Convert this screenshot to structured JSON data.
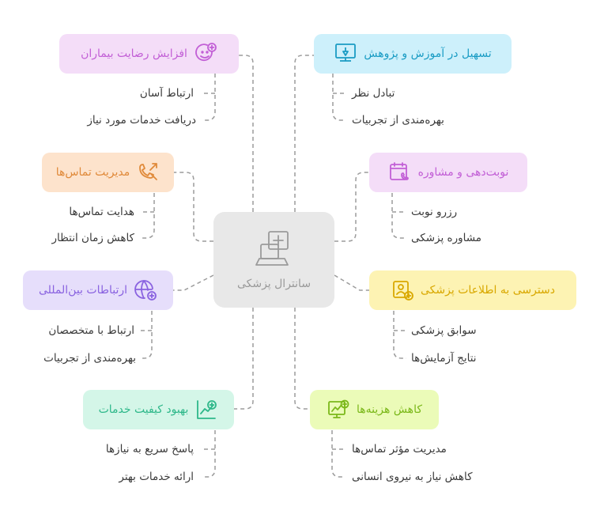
{
  "center": {
    "label": "سانترال پزشکی",
    "icon": "computer-medical-icon"
  },
  "nodes": [
    {
      "label": "افزایش رضایت بیماران",
      "icon": "smile-plus-icon",
      "color": "#c25fd6",
      "bg": "#f4ddf8",
      "leaves": [
        "ارتباط آسان",
        "دریافت خدمات مورد نیاز"
      ]
    },
    {
      "label": "تسهیل در آموزش و پژوهش",
      "icon": "teaching-board-icon",
      "color": "#1a9cc4",
      "bg": "#cdf0fb",
      "leaves": [
        "تبادل نظر",
        "بهره‌مندی از تجربیات"
      ]
    },
    {
      "label": "مدیریت تماس‌ها",
      "icon": "phone-arrows-icon",
      "color": "#e08a3a",
      "bg": "#fde3cc",
      "leaves": [
        "هدایت تماس‌ها",
        "کاهش زمان انتظار"
      ]
    },
    {
      "label": "نوبت‌دهی و مشاوره",
      "icon": "calendar-phone-icon",
      "color": "#c25fd6",
      "bg": "#f4ddf8",
      "leaves": [
        "رزرو نوبت",
        "مشاوره پزشکی"
      ]
    },
    {
      "label": "ارتباطات بین‌المللی",
      "icon": "globe-plus-icon",
      "color": "#8a63e0",
      "bg": "#e6defb",
      "leaves": [
        "ارتباط با متخصصان",
        "بهره‌مندی از تجربیات"
      ]
    },
    {
      "label": "دسترسی به اطلاعات پزشکی",
      "icon": "patient-card-icon",
      "color": "#d9a800",
      "bg": "#fdf3b3",
      "leaves": [
        "سوابق پزشکی",
        "نتایج آزمایش‌ها"
      ]
    },
    {
      "label": "بهبود کیفیت خدمات",
      "icon": "chart-plus-icon",
      "color": "#2eb88a",
      "bg": "#d4f6e8",
      "leaves": [
        "پاسخ سریع به نیازها",
        "ارائه خدمات بهتر"
      ]
    },
    {
      "label": "کاهش هزینه‌ها",
      "icon": "screen-chart-icon",
      "color": "#7bb81a",
      "bg": "#ebfbb8",
      "leaves": [
        "مدیریت مؤثر تماس‌ها",
        "کاهش نیاز به نیروی انسانی"
      ]
    }
  ]
}
